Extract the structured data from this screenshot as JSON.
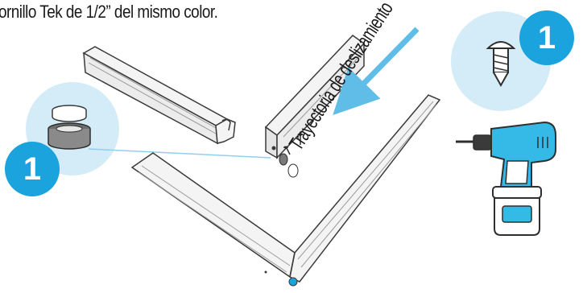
{
  "caption": "ornillo Tek de 1/2” del mismo color.",
  "path_label": "Trayectoria de deslizamiento",
  "badges": {
    "left_number": "1",
    "right_number": "1"
  },
  "colors": {
    "accent_blue": "#1aa3dc",
    "circle_bg": "#d4ecf7",
    "arrow_blue": "#5fbde8",
    "drill_body": "#35b9e6",
    "outline": "#3a3a3a",
    "rail_fill": "#f4f4f4"
  },
  "icons": [
    "cap-and-spacer-icon",
    "tek-screw-icon",
    "cordless-drill-icon",
    "slide-direction-arrow"
  ]
}
